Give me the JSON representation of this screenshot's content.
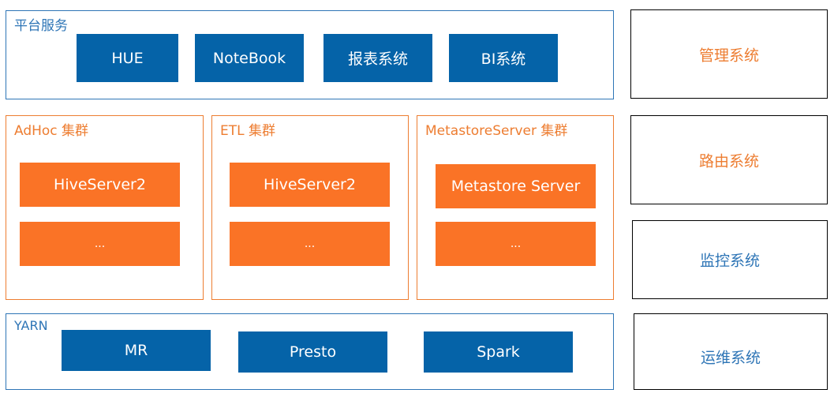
{
  "platform": {
    "label": "平台服务",
    "items": [
      "HUE",
      "NoteBook",
      "报表系统",
      "BI系统"
    ]
  },
  "clusters": [
    {
      "label": "AdHoc 集群",
      "items": [
        "HiveServer2",
        "..."
      ]
    },
    {
      "label": "ETL 集群",
      "items": [
        "HiveServer2",
        "..."
      ]
    },
    {
      "label": "MetastoreServer 集群",
      "items": [
        "Metastore Server",
        "..."
      ]
    }
  ],
  "yarn": {
    "label": "YARN",
    "items": [
      "MR",
      "Presto",
      "Spark"
    ]
  },
  "side": {
    "items": [
      "管理系统",
      "路由系统",
      "监控系统",
      "运维系统"
    ]
  },
  "colors": {
    "blue_border": "#2e75b6",
    "blue_box": "#0563a8",
    "orange": "#ed7d31",
    "orange_box": "#fa7326"
  }
}
